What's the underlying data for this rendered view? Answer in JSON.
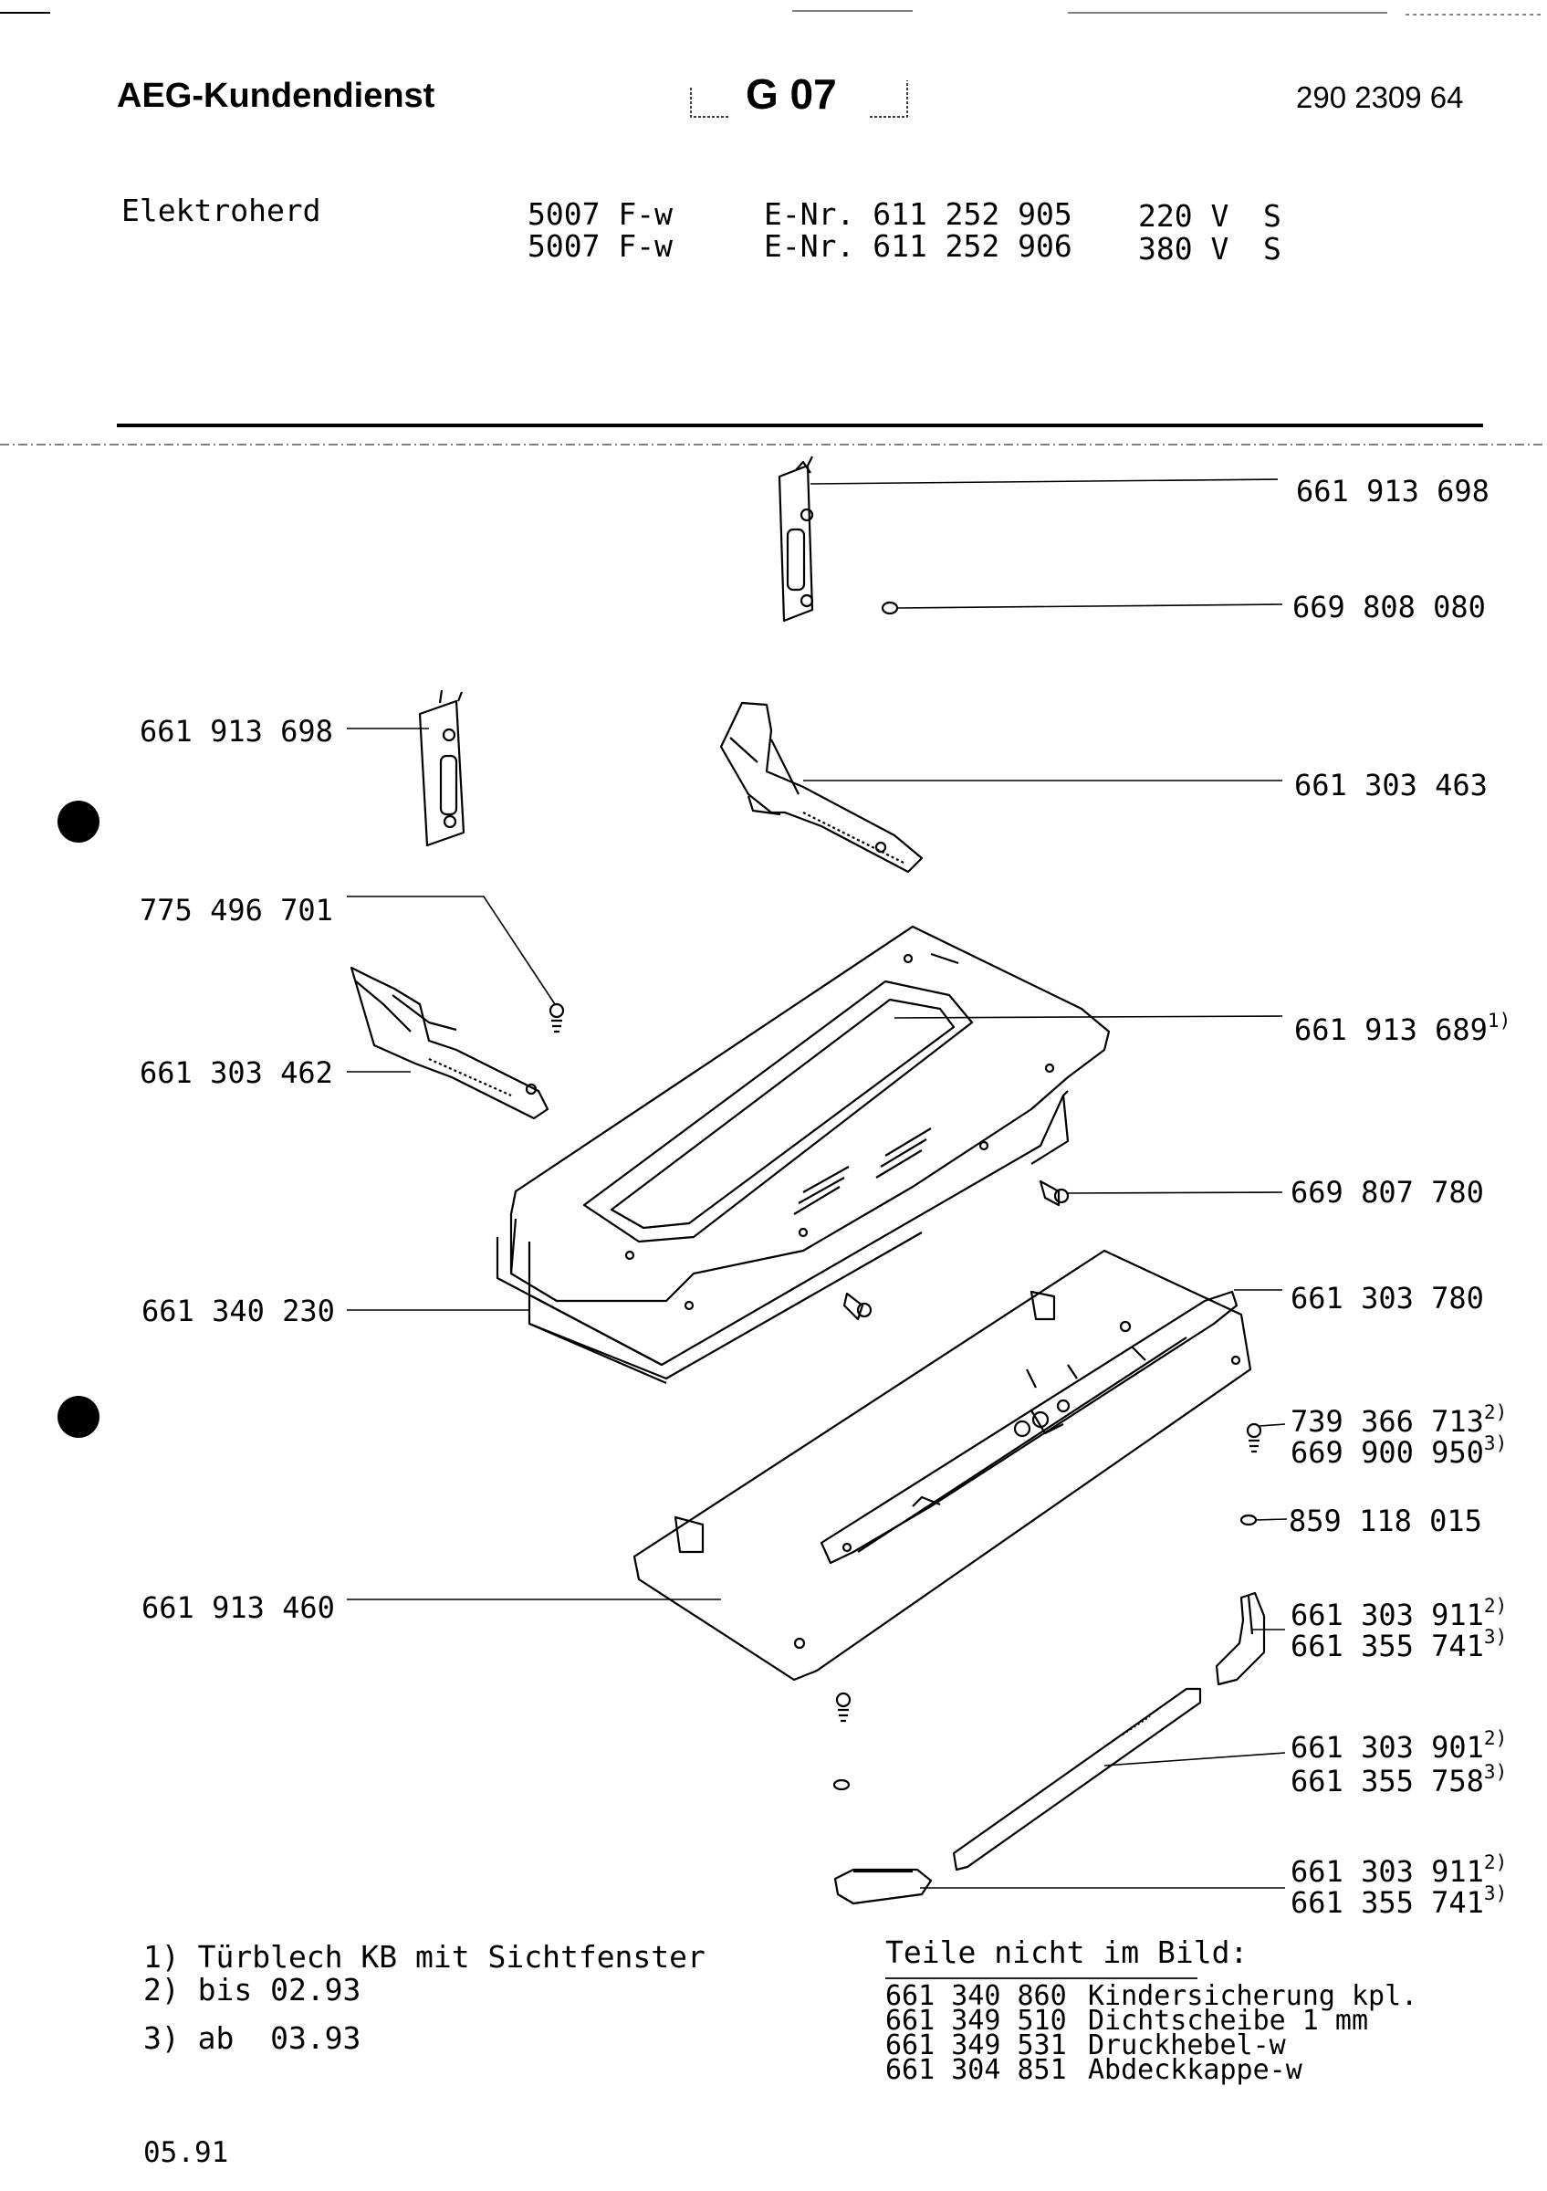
{
  "header": {
    "brand": "AEG-Kundendienst",
    "group_code": "G 07",
    "doc_number": "290 2309 64"
  },
  "appliance": {
    "type": "Elektroherd",
    "rows": [
      {
        "model": "5007 F-w",
        "enr": "E-Nr. 611 252 905",
        "voltage": "220 V",
        "class": "S"
      },
      {
        "model": "5007 F-w",
        "enr": "E-Nr. 611 252 906",
        "voltage": "380 V",
        "class": "S"
      }
    ]
  },
  "parts_right": [
    {
      "number": "661 913 698",
      "sup": ""
    },
    {
      "number": "669 808 080",
      "sup": ""
    },
    {
      "number": "661 303 463",
      "sup": ""
    },
    {
      "number": "661 913 689",
      "sup": "1)"
    },
    {
      "number": "669 807 780",
      "sup": ""
    },
    {
      "number": "661 303 780",
      "sup": ""
    },
    {
      "number": "739 366 713",
      "sup": "2)"
    },
    {
      "number": "669 900 950",
      "sup": "3)"
    },
    {
      "number": "859 118 015",
      "sup": ""
    },
    {
      "number": "661 303 911",
      "sup": "2)"
    },
    {
      "number": "661 355 741",
      "sup": "3)"
    },
    {
      "number": "661 303 901",
      "sup": "2)"
    },
    {
      "number": "661 355 758",
      "sup": "3)"
    },
    {
      "number": "661 303 911",
      "sup": "2)"
    },
    {
      "number": "661 355 741",
      "sup": "3)"
    }
  ],
  "parts_left": [
    {
      "number": "661 913 698"
    },
    {
      "number": "775 496 701"
    },
    {
      "number": "661 303 462"
    },
    {
      "number": "661 340 230"
    },
    {
      "number": "661 913 460"
    }
  ],
  "footnotes": [
    "1) Türblech KB mit Sichtfenster",
    "2) bis 02.93",
    "3) ab  03.93"
  ],
  "not_pictured": {
    "title": "Teile nicht im Bild:",
    "items": [
      {
        "number": "661 340 860",
        "name": "Kindersicherung kpl."
      },
      {
        "number": "661 349 510",
        "name": "Dichtscheibe 1 mm"
      },
      {
        "number": "661 349 531",
        "name": "Druckhebel-w"
      },
      {
        "number": "661 304 851",
        "name": "Abdeckkappe-w"
      }
    ]
  },
  "date_code": "05.91"
}
